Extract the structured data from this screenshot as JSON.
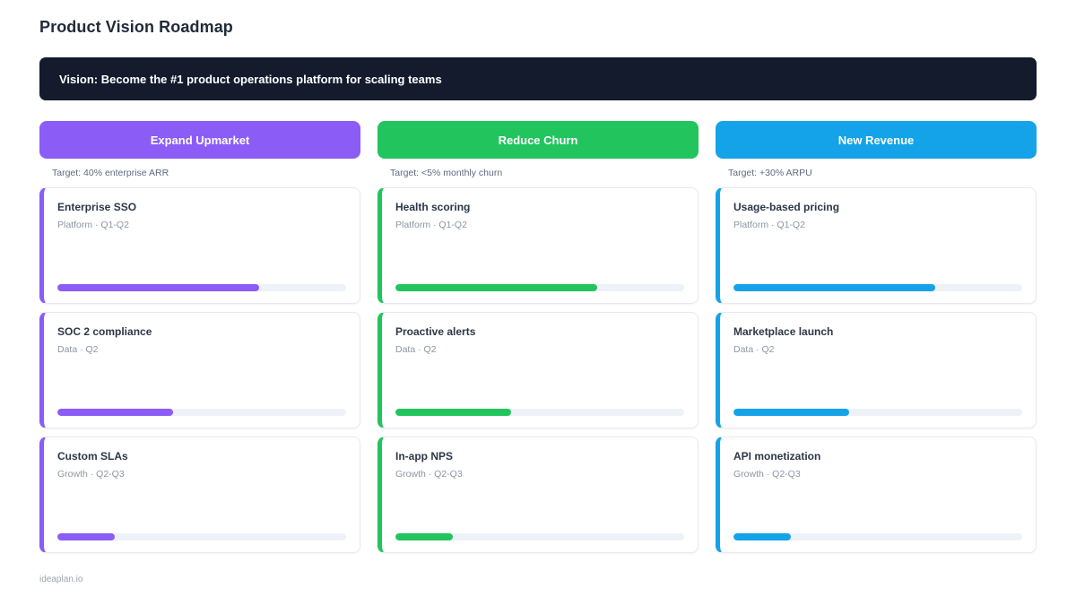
{
  "page": {
    "title": "Product Vision Roadmap",
    "vision": "Vision: Become the #1 product operations platform for scaling teams",
    "footer": "ideaplan.io"
  },
  "colors": {
    "banner_bg": "#131b2d",
    "track": "#eef1f7"
  },
  "columns": [
    {
      "label": "Expand Upmarket",
      "target": "Target: 40% enterprise ARR",
      "color": "#8b5cf6",
      "cards": [
        {
          "title": "Enterprise SSO",
          "meta": "Platform · Q1-Q2",
          "progress_pct": 70
        },
        {
          "title": "SOC 2 compliance",
          "meta": "Data · Q2",
          "progress_pct": 40
        },
        {
          "title": "Custom SLAs",
          "meta": "Growth · Q2-Q3",
          "progress_pct": 20
        }
      ]
    },
    {
      "label": "Reduce Churn",
      "target": "Target: <5% monthly churn",
      "color": "#22c45e",
      "cards": [
        {
          "title": "Health scoring",
          "meta": "Platform · Q1-Q2",
          "progress_pct": 70
        },
        {
          "title": "Proactive alerts",
          "meta": "Data · Q2",
          "progress_pct": 40
        },
        {
          "title": "In-app NPS",
          "meta": "Growth · Q2-Q3",
          "progress_pct": 20
        }
      ]
    },
    {
      "label": "New Revenue",
      "target": "Target: +30% ARPU",
      "color": "#14a3e8",
      "cards": [
        {
          "title": "Usage-based pricing",
          "meta": "Platform · Q1-Q2",
          "progress_pct": 70
        },
        {
          "title": "Marketplace launch",
          "meta": "Data · Q2",
          "progress_pct": 40
        },
        {
          "title": "API monetization",
          "meta": "Growth · Q2-Q3",
          "progress_pct": 20
        }
      ]
    }
  ]
}
